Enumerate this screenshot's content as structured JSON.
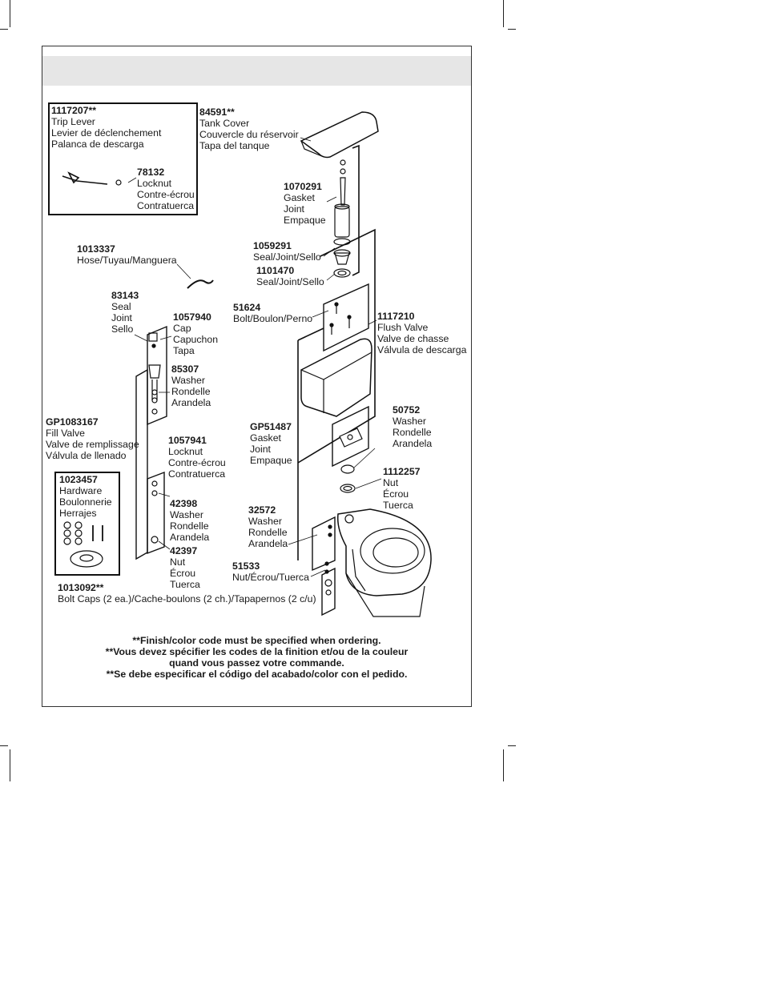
{
  "parts": {
    "trip_lever": {
      "number": "1117207**",
      "lines": [
        "Trip Lever",
        "Levier de déclenchement",
        "Palanca de descarga"
      ]
    },
    "locknut_lever": {
      "number": "78132",
      "lines": [
        "Locknut",
        "Contre-écrou",
        "Contratuerca"
      ]
    },
    "tank_cover": {
      "number": "84591**",
      "lines": [
        "Tank Cover",
        "Couvercle du réservoir",
        "Tapa del tanque"
      ]
    },
    "gasket_1070291": {
      "number": "1070291",
      "lines": [
        "Gasket",
        "Joint",
        "Empaque"
      ]
    },
    "seal_1059291": {
      "number": "1059291",
      "lines": [
        "Seal/Joint/Sello"
      ]
    },
    "seal_1101470": {
      "number": "1101470",
      "lines": [
        "Seal/Joint/Sello"
      ]
    },
    "hose": {
      "number": "1013337",
      "lines": [
        "Hose/Tuyau/Manguera"
      ]
    },
    "seal_83143": {
      "number": "83143",
      "lines": [
        "Seal",
        "Joint",
        "Sello"
      ]
    },
    "cap": {
      "number": "1057940",
      "lines": [
        "Cap",
        "Capuchon",
        "Tapa"
      ]
    },
    "bolt_51624": {
      "number": "51624",
      "lines": [
        "Bolt/Boulon/Perno"
      ]
    },
    "flush_valve": {
      "number": "1117210",
      "lines": [
        "Flush Valve",
        "Valve de chasse",
        "Válvula de descarga"
      ]
    },
    "washer_85307": {
      "number": "85307",
      "lines": [
        "Washer",
        "Rondelle",
        "Arandela"
      ]
    },
    "fill_valve": {
      "number": "GP1083167",
      "lines": [
        "Fill Valve",
        "Valve de remplissage",
        "Válvula de llenado"
      ]
    },
    "washer_50752": {
      "number": "50752",
      "lines": [
        "Washer",
        "Rondelle",
        "Arandela"
      ]
    },
    "gasket_gp51487": {
      "number": "GP51487",
      "lines": [
        "Gasket",
        "Joint",
        "Empaque"
      ]
    },
    "locknut_1057941": {
      "number": "1057941",
      "lines": [
        "Locknut",
        "Contre-écrou",
        "Contratuerca"
      ]
    },
    "hardware": {
      "number": "1023457",
      "lines": [
        "Hardware",
        "Boulonnerie",
        "Herrajes"
      ]
    },
    "nut_1112257": {
      "number": "1112257",
      "lines": [
        "Nut",
        "Écrou",
        "Tuerca"
      ]
    },
    "washer_42398": {
      "number": "42398",
      "lines": [
        "Washer",
        "Rondelle",
        "Arandela"
      ]
    },
    "washer_32572": {
      "number": "32572",
      "lines": [
        "Washer",
        "Rondelle",
        "Arandela"
      ]
    },
    "nut_42397": {
      "number": "42397",
      "lines": [
        "Nut",
        "Écrou",
        "Tuerca"
      ]
    },
    "nut_51533": {
      "number": "51533",
      "lines": [
        "Nut/Écrou/Tuerca"
      ]
    },
    "bolt_caps": {
      "number": "1013092**",
      "lines": [
        "Bolt Caps (2 ea.)/Cache-boulons (2 ch.)/Tapapernos (2 c/u)"
      ]
    }
  },
  "notes": [
    "**Finish/color code must be specified when ordering.",
    "**Vous devez spécifier les codes de la finition et/ou de la couleur",
    "quand vous passez votre commande.",
    "**Se debe especificar el código del acabado/color con el pedido."
  ]
}
